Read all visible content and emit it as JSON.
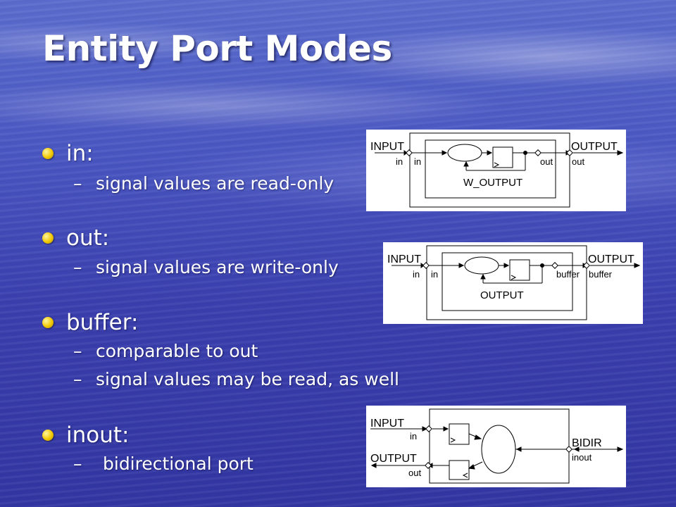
{
  "slide": {
    "title": "Entity Port Modes",
    "bullets": [
      {
        "label": "in:",
        "subs": [
          "signal values are read-only"
        ]
      },
      {
        "label": "out:",
        "subs": [
          "signal values are write-only"
        ]
      },
      {
        "label": "buffer:",
        "subs": [
          "comparable to out",
          "signal values may be read, as well"
        ]
      },
      {
        "label": "inout:",
        "subs": [
          "bidirectional port"
        ]
      }
    ],
    "sub_dash": "–"
  },
  "diagrams": {
    "in_mode": {
      "left_label": "INPUT",
      "left_port": "in",
      "inner_left_port": "in",
      "right_label": "OUTPUT",
      "inner_right_port": "out",
      "right_port": "out",
      "signal_label": "W_OUTPUT"
    },
    "out_mode": {
      "left_label": "INPUT",
      "left_port": "in",
      "inner_left_port": "in",
      "right_label": "OUTPUT",
      "inner_right_port": "buffer",
      "right_port": "buffer",
      "signal_label": "OUTPUT"
    },
    "inout_mode": {
      "top_label": "INPUT",
      "top_port": "in",
      "bottom_label": "OUTPUT",
      "bottom_port": "out",
      "right_label": "BIDIR",
      "right_port": "inout"
    }
  },
  "colors": {
    "bullet_dot": "#f0c800",
    "text": "#ffffff",
    "diagram_bg": "#ffffff"
  }
}
